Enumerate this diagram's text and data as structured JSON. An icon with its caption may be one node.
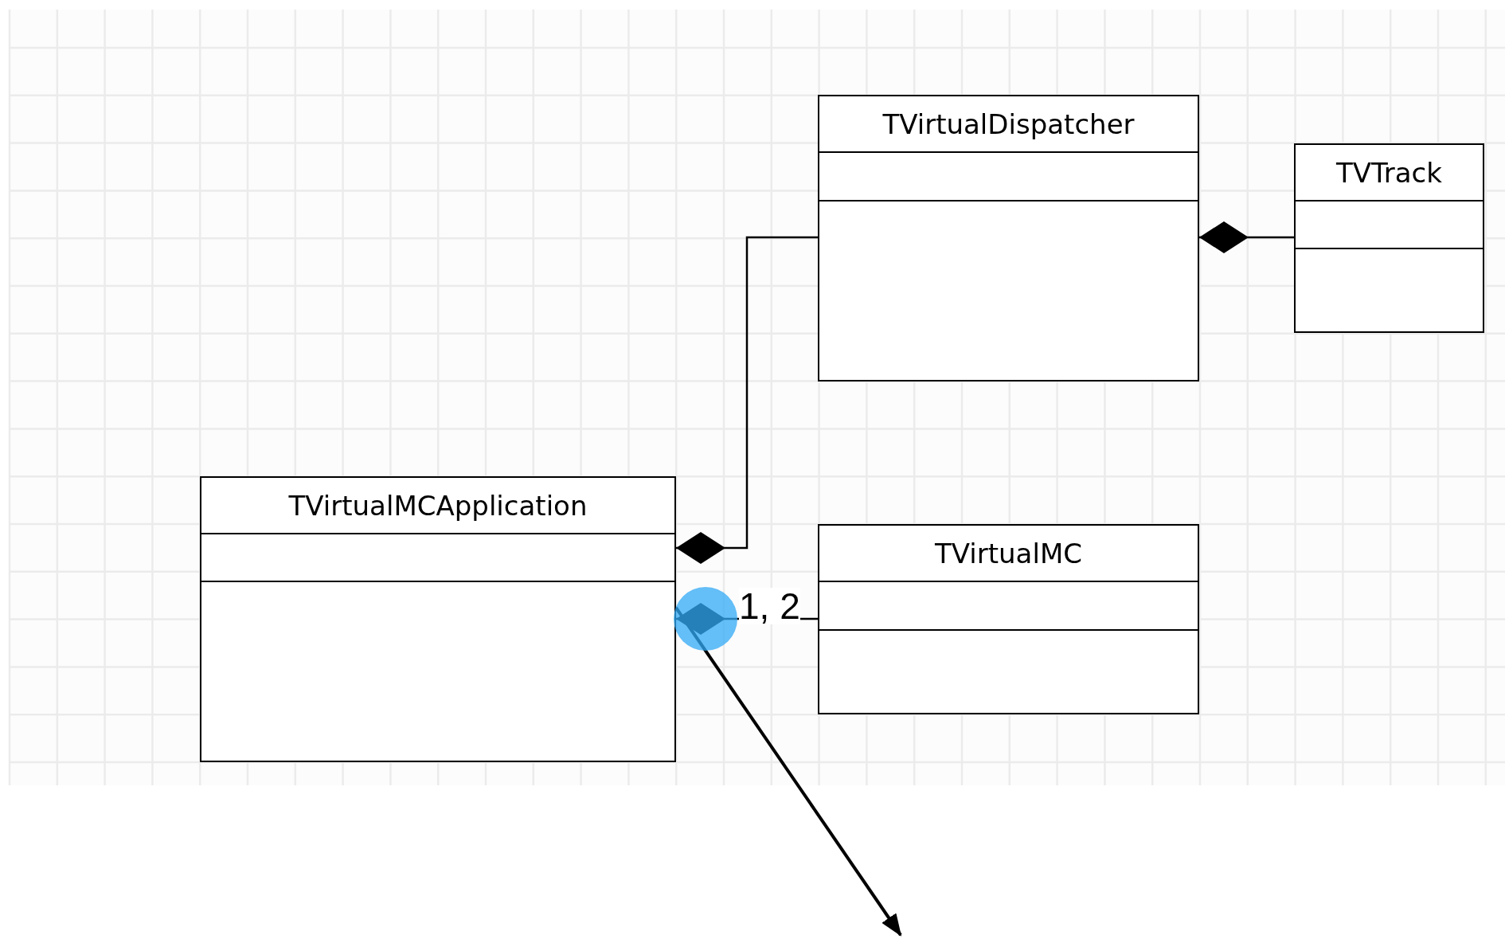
{
  "diagram": {
    "nodes": [
      {
        "text": [
          "TVirtualDispatcher"
        ]
      },
      {
        "text": [
          "TVTrack"
        ]
      },
      {
        "text": [
          "TVirtualMCApplication"
        ]
      },
      {
        "text": [
          "TVirtualMC"
        ]
      }
    ],
    "edges": [
      {
        "from": 1,
        "to": 0,
        "arrow": "other"
      },
      {
        "from": 0,
        "to": 2,
        "arrow": "other"
      },
      {
        "from": 3,
        "to": 2,
        "arrow": "other",
        "label": "1, 2"
      },
      {
        "from": 2,
        "to": null,
        "arrow": "to"
      }
    ]
  }
}
